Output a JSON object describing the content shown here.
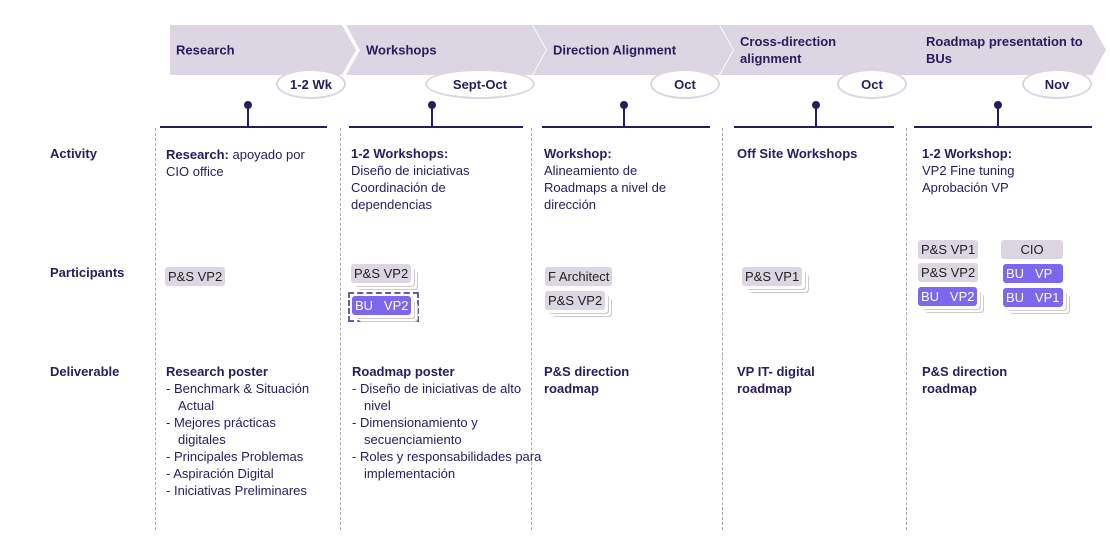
{
  "phases": [
    {
      "title": "Research",
      "time": "1-2 Wk"
    },
    {
      "title": "Workshops",
      "time": "Sept-Oct"
    },
    {
      "title": "Direction Alignment",
      "time": "Oct"
    },
    {
      "title": "Cross-direction alignment",
      "time": "Oct"
    },
    {
      "title": "Roadmap presentation to BUs",
      "time": "Nov"
    }
  ],
  "rows": {
    "activity": "Activity",
    "participants": "Participants",
    "deliverable": "Deliverable"
  },
  "activity": [
    {
      "bold": "Research:",
      "text": " apoyado por CIO office"
    },
    {
      "bold": "1-2 Workshops:",
      "text": "Diseño de iniciativas Coordinación de dependencias"
    },
    {
      "bold": "Workshop:",
      "text": "Alineamiento de Roadmaps a nivel de dirección"
    },
    {
      "bold": "Off Site Workshops",
      "text": ""
    },
    {
      "bold": "1-2 Workshop:",
      "text": "VP2 Fine tuning Aprobación VP"
    }
  ],
  "participants": [
    [
      "P&S VP2"
    ],
    [
      "P&S VP2",
      "BU   VP2"
    ],
    [
      "F Architect",
      "P&S VP2"
    ],
    [
      "P&S VP1"
    ],
    [
      "P&S VP1",
      "P&S VP2",
      "BU   VP2",
      "CIO",
      "BU   VP",
      "BU   VP1"
    ]
  ],
  "deliverable": [
    {
      "title": "Research poster",
      "items": [
        "Benchmark & Situación Actual",
        "Mejores prácticas digitales",
        "Principales Problemas",
        "Aspiración Digital",
        "Iniciativas Preliminares"
      ]
    },
    {
      "title": "Roadmap poster",
      "items": [
        "Diseño de iniciativas de alto nivel",
        "Dimensionamiento y secuenciamiento",
        "Roles y responsabilidades para implementación"
      ]
    },
    {
      "title": "P&S direction roadmap",
      "items": []
    },
    {
      "title": "VP IT- digital roadmap",
      "items": []
    },
    {
      "title": "P&S direction roadmap",
      "items": []
    }
  ]
}
